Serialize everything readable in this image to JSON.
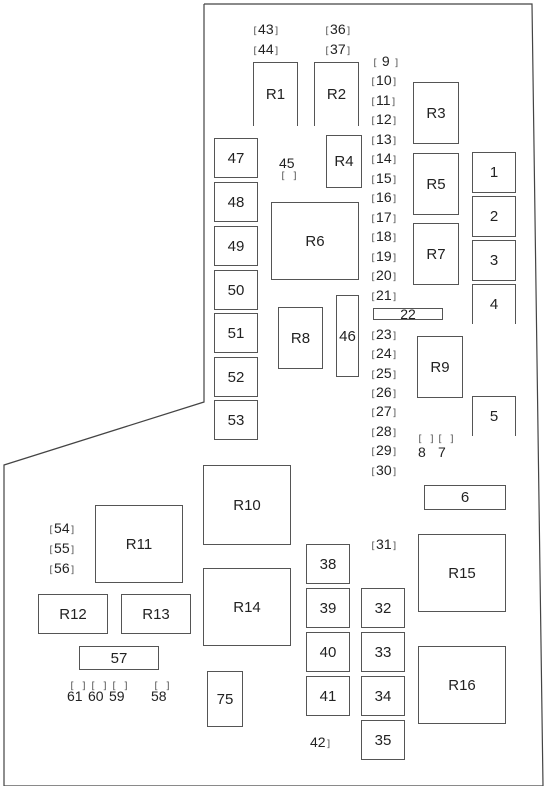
{
  "relays": {
    "r1": "R1",
    "r2": "R2",
    "r3": "R3",
    "r4": "R4",
    "r5": "R5",
    "r6": "R6",
    "r7": "R7",
    "r8": "R8",
    "r9": "R9",
    "r10": "R10",
    "r11": "R11",
    "r12": "R12",
    "r13": "R13",
    "r14": "R14",
    "r15": "R15",
    "r16": "R16"
  },
  "fuses": {
    "f1": "1",
    "f2": "2",
    "f3": "3",
    "f4": "4",
    "f5": "5",
    "f6": "6",
    "f7": "7",
    "f8": "8",
    "f9": "9",
    "f10": "10",
    "f11": "11",
    "f12": "12",
    "f13": "13",
    "f14": "14",
    "f15": "15",
    "f16": "16",
    "f17": "17",
    "f18": "18",
    "f19": "19",
    "f20": "20",
    "f21": "21",
    "f22": "22",
    "f23": "23",
    "f24": "24",
    "f25": "25",
    "f26": "26",
    "f27": "27",
    "f28": "28",
    "f29": "29",
    "f30": "30",
    "f31": "31",
    "f32": "32",
    "f33": "33",
    "f34": "34",
    "f35": "35",
    "f36": "36",
    "f37": "37",
    "f38": "38",
    "f39": "39",
    "f40": "40",
    "f41": "41",
    "f42": "42",
    "f43": "43",
    "f44": "44",
    "f45": "45",
    "f46": "46",
    "f47": "47",
    "f48": "48",
    "f49": "49",
    "f50": "50",
    "f51": "51",
    "f52": "52",
    "f53": "53",
    "f54": "54",
    "f55": "55",
    "f56": "56",
    "f57": "57",
    "f58": "58",
    "f59": "59",
    "f60": "60",
    "f61": "61",
    "f75": "75"
  }
}
